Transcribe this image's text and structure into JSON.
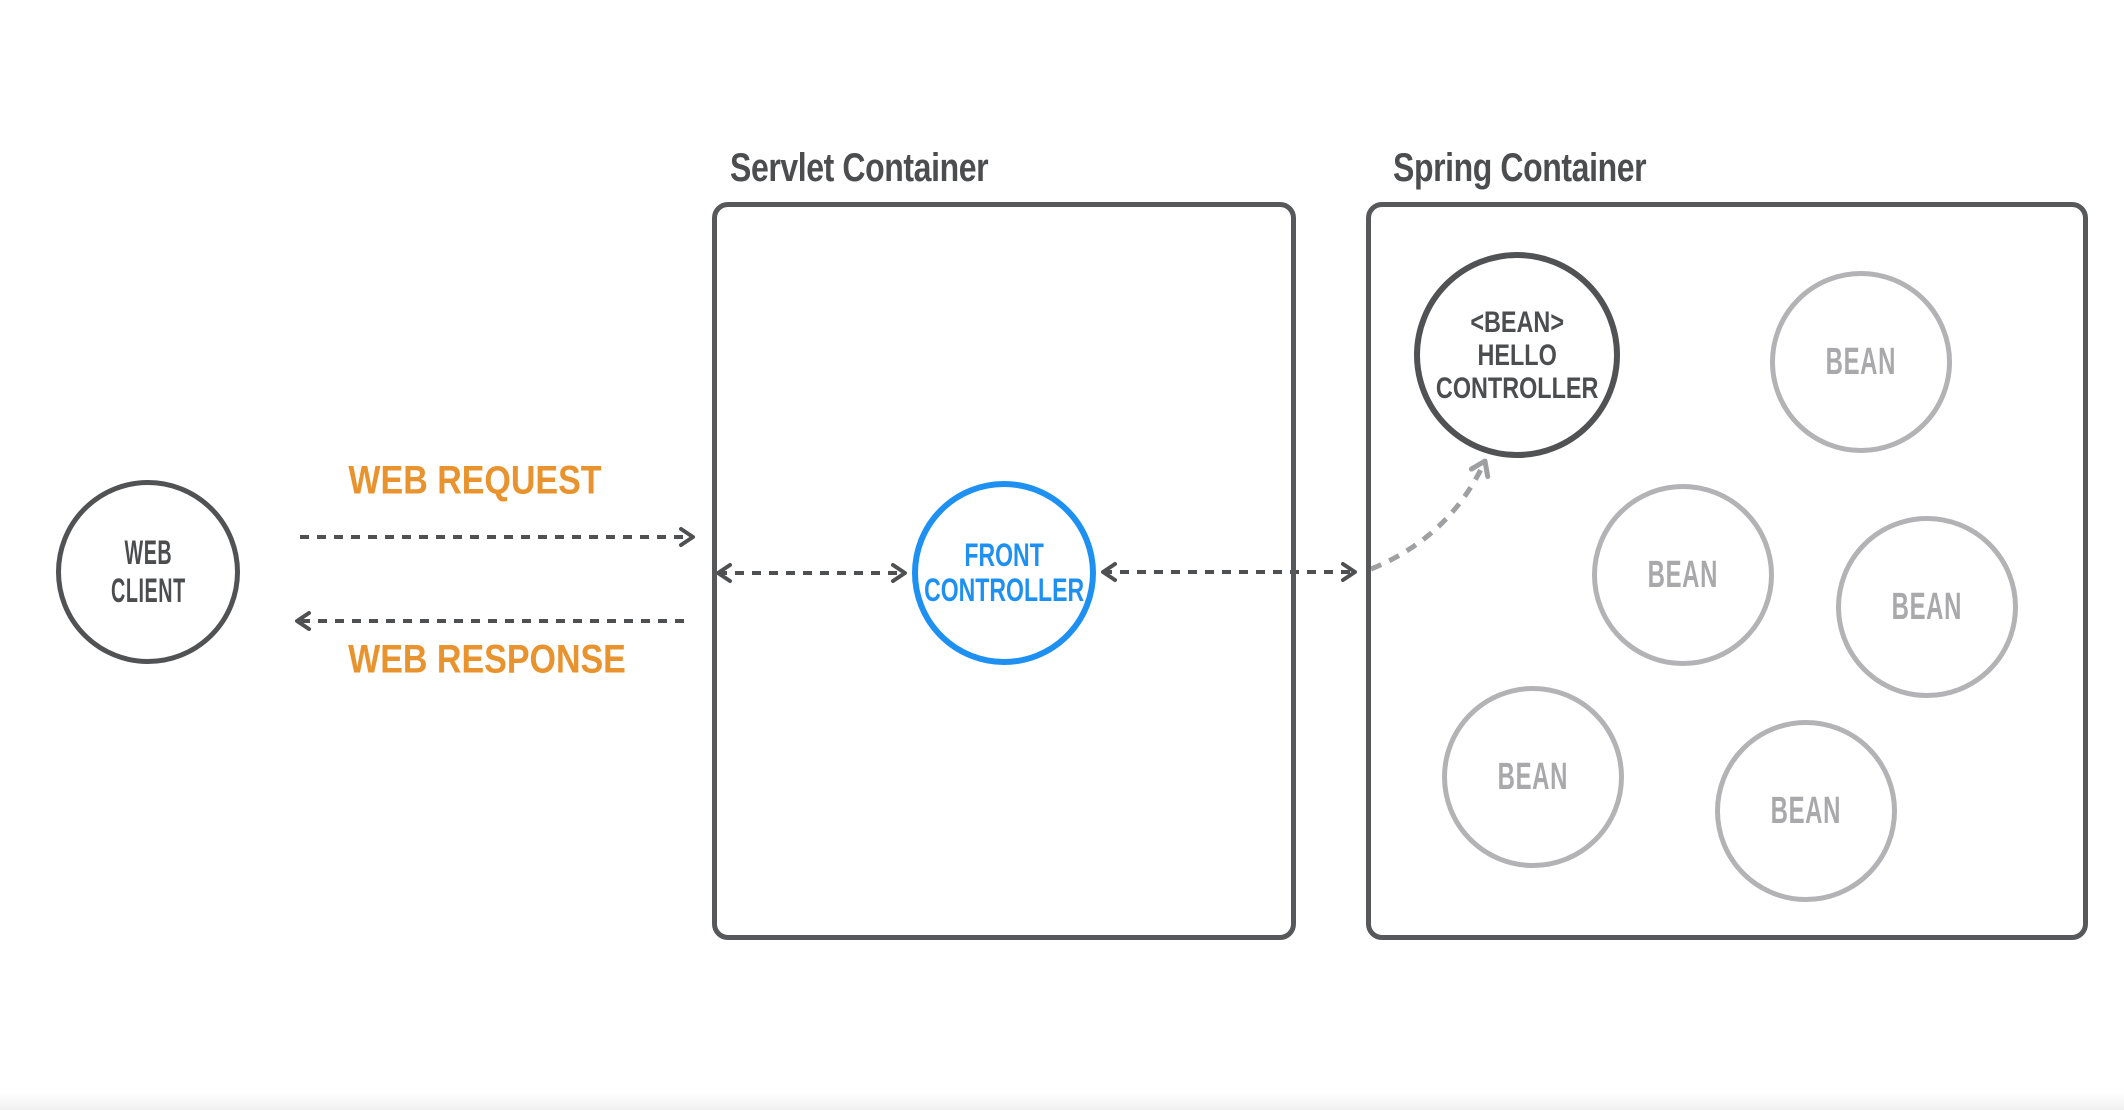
{
  "colors": {
    "accent_orange": "#E8932E",
    "accent_blue": "#1E90F2",
    "dark_gray": "#4C4D4F",
    "light_gray": "#B3B3B5"
  },
  "web_client": {
    "label": "WEB\nCLIENT"
  },
  "flows": {
    "request_label": "WEB REQUEST",
    "response_label": "WEB RESPONSE"
  },
  "servlet_container": {
    "title": "Servlet Container",
    "front_controller_label": "FRONT\nCONTROLLER"
  },
  "spring_container": {
    "title": "Spring Container",
    "hello_bean_label": "<BEAN>\nHELLO\nCONTROLLER",
    "beans": [
      {
        "label": "BEAN"
      },
      {
        "label": "BEAN"
      },
      {
        "label": "BEAN"
      },
      {
        "label": "BEAN"
      },
      {
        "label": "BEAN"
      }
    ]
  }
}
